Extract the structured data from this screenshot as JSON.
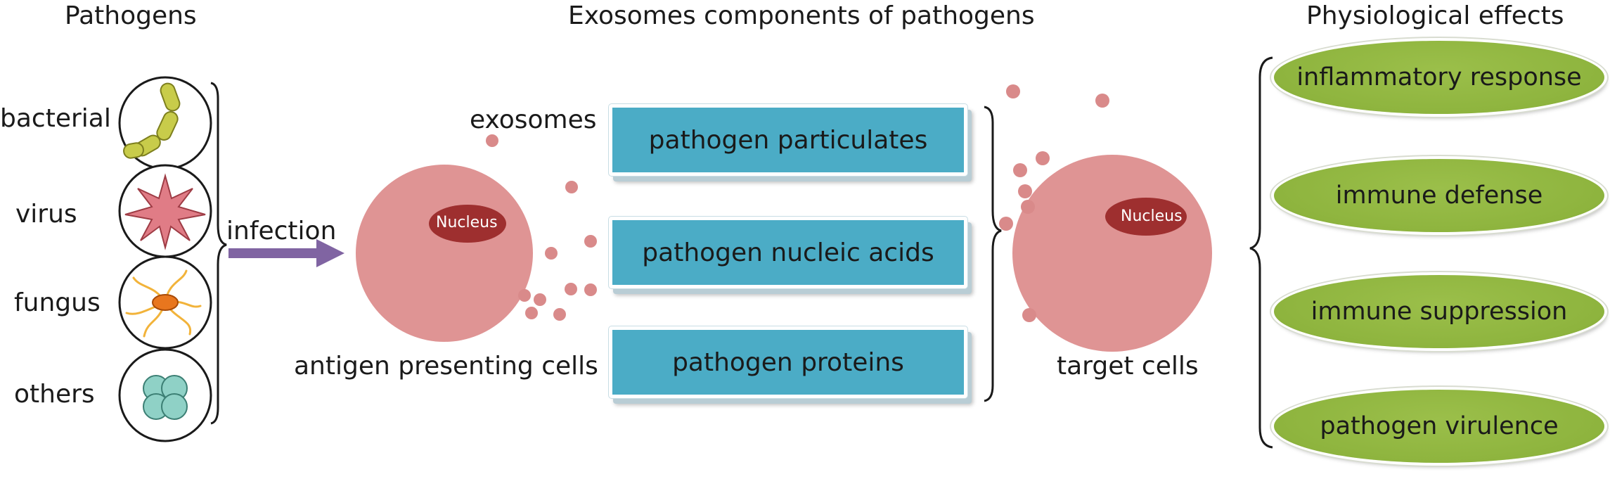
{
  "headings": {
    "pathogens": "Pathogens",
    "components": "Exosomes components of pathogens",
    "effects": "Physiological effects"
  },
  "pathogens": [
    "bacterial",
    "virus",
    "fungus",
    "others"
  ],
  "arrow_label": "infection",
  "labels": {
    "exosomes": "exosomes",
    "antigen_presenting_cells": "antigen presenting cells",
    "target_cells": "target cells",
    "nucleus": "Nucleus"
  },
  "components": [
    "pathogen particulates",
    "pathogen nucleic acids",
    "pathogen proteins"
  ],
  "effects": [
    "inflammatory response",
    "immune defense",
    "immune suppression",
    "pathogen virulence"
  ],
  "colors": {
    "cell": "#df9494",
    "nucleus": "#9e2f2f",
    "exosome_dot": "#d98a8a",
    "component_box": "#4bacc6",
    "effect_ellipse": "#8eb43e",
    "arrow": "#8064a2"
  }
}
